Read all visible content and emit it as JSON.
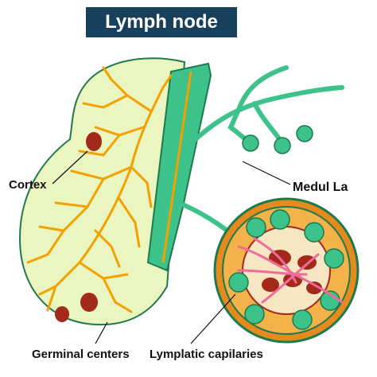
{
  "title": "Lymph node",
  "labels": {
    "cortex": "Cortex",
    "medulla": "Medul La",
    "germinal_centers": "Germinal centers",
    "lymphatic_capillaries": "Lymplatic capilaries"
  },
  "colors": {
    "title_bg": "#16405c",
    "node_fill": "#eaf5c0",
    "vessel_green": "#3cc28a",
    "vessel_dark": "#1e7a4a",
    "artery_orange": "#f2a100",
    "germinal_red": "#a32a1a",
    "capillary_pink": "#f06a9a",
    "cross_section_orange": "#e58a1f"
  }
}
